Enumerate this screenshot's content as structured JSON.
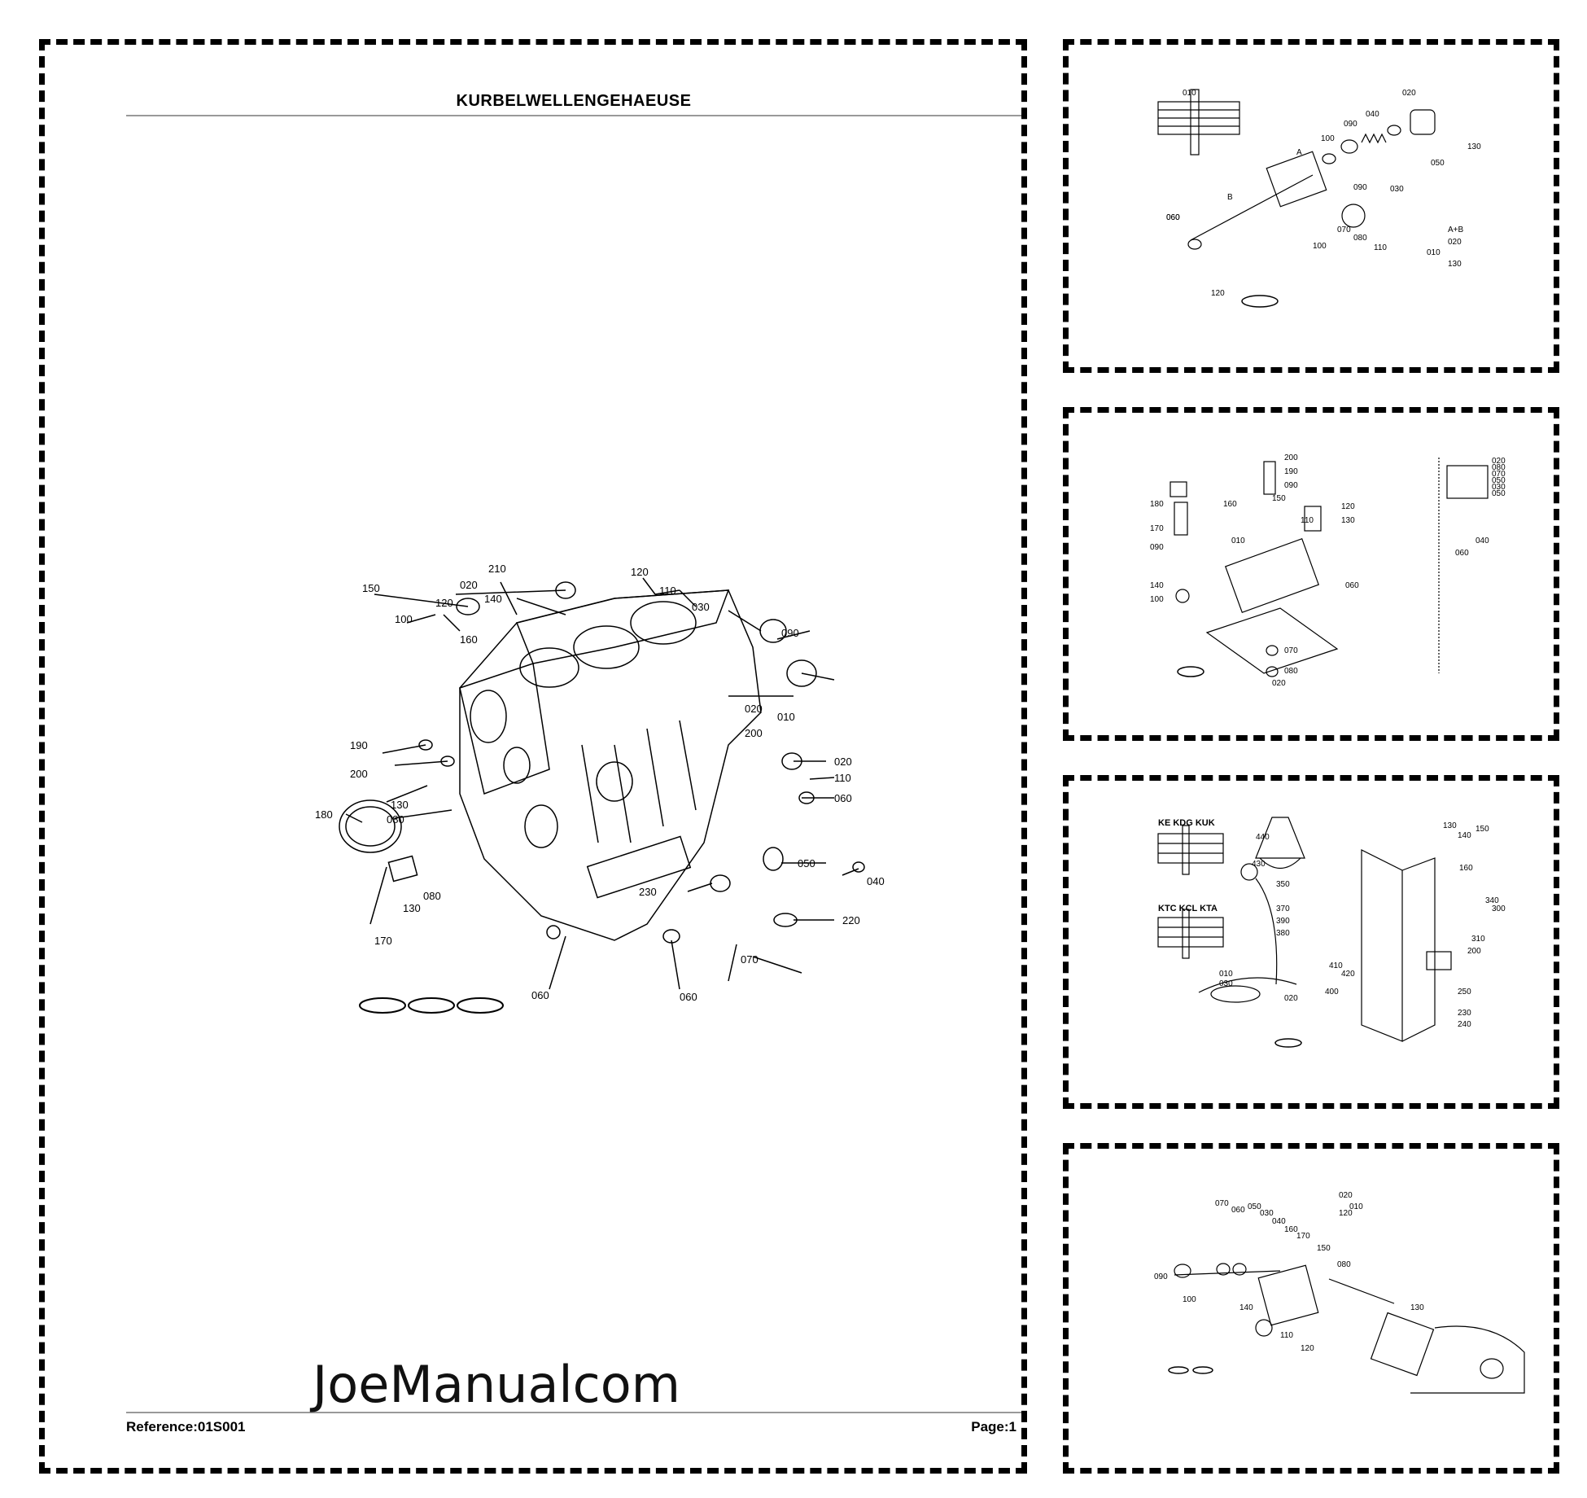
{
  "main": {
    "title": "KURBELWELLENGEHAEUSE",
    "reference": "Reference:01S001",
    "page": "Page:1",
    "watermark": "JoeManualcom",
    "callouts": [
      "150",
      "100",
      "120",
      "020",
      "210",
      "140",
      "160",
      "120",
      "110",
      "030",
      "090",
      "010",
      "020",
      "200",
      "190",
      "200",
      "020",
      "110",
      "060",
      "180",
      "130",
      "080",
      "050",
      "040",
      "130",
      "080",
      "230",
      "220",
      "170",
      "060",
      "060",
      "070"
    ]
  },
  "thumbs": {
    "t1": {
      "callouts": [
        "010",
        "100",
        "060",
        "040",
        "020",
        "A",
        "B",
        "090",
        "030",
        "050",
        "130",
        "060",
        "090",
        "100",
        "070",
        "080",
        "110",
        "120",
        "010",
        "A+B",
        "020",
        "130"
      ]
    },
    "t2": {
      "callouts": [
        "200",
        "190",
        "090",
        "180",
        "160",
        "150",
        "120",
        "110",
        "130",
        "170",
        "090",
        "010",
        "060",
        "140",
        "100",
        "070",
        "080",
        "020",
        "080",
        "070",
        "050",
        "030",
        "050",
        "040",
        "060",
        "020"
      ]
    },
    "t3": {
      "heading1": "KE KDG KUK",
      "heading2": "KTC KCL KTA",
      "callouts": [
        "440",
        "430",
        "350",
        "370",
        "390",
        "380",
        "010",
        "030",
        "020",
        "410",
        "420",
        "400",
        "250",
        "230",
        "240",
        "200",
        "310",
        "340",
        "300",
        "160",
        "150",
        "140",
        "130"
      ]
    },
    "t4": {
      "callouts": [
        "020",
        "010",
        "120",
        "070",
        "060",
        "050",
        "030",
        "040",
        "160",
        "170",
        "150",
        "080",
        "090",
        "100",
        "140",
        "110",
        "120",
        "130"
      ]
    }
  }
}
